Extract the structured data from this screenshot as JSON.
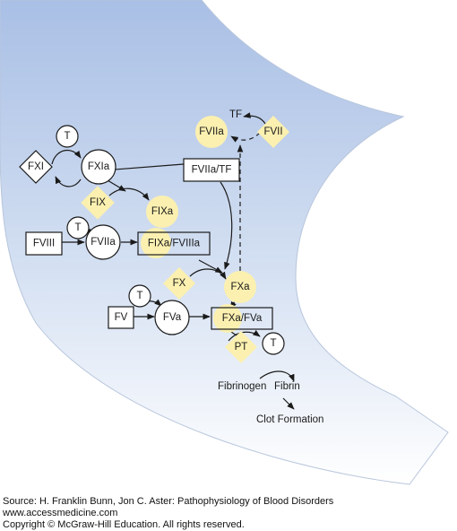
{
  "nodes": {
    "t1": "T",
    "fxi": "FXI",
    "fxia": "FXIa",
    "fix": "FIX",
    "fixa": "FIXa",
    "t2": "T",
    "fviii": "FVIII",
    "fviiia": "FVIIa",
    "fixa_fviiia": "FIXa/FVIIIa",
    "tf_label": "TF",
    "fviia": "FVIIa",
    "fvii": "FVII",
    "fviia_tf": "FVIIa/TF",
    "fx": "FX",
    "fxa": "FXa",
    "t3": "T",
    "fv": "FV",
    "fva": "FVa",
    "fxa_fva": "FXa/FVa",
    "pt": "PT",
    "t4": "T",
    "fibrinogen": "Fibrinogen",
    "fibrin": "Fibrin",
    "clot": "Clot Formation"
  },
  "footer": {
    "source": "Source: H. Franklin Bunn, Jon C. Aster: Pathophysiology of Blood Disorders",
    "url": "www.accessmedicine.com",
    "copyright": "Copyright © McGraw-Hill Education. All rights reserved."
  },
  "colors": {
    "background_top": "#b3c6e6",
    "background_bottom": "#ffffff",
    "factor_yellow": "#fbf0b0"
  }
}
